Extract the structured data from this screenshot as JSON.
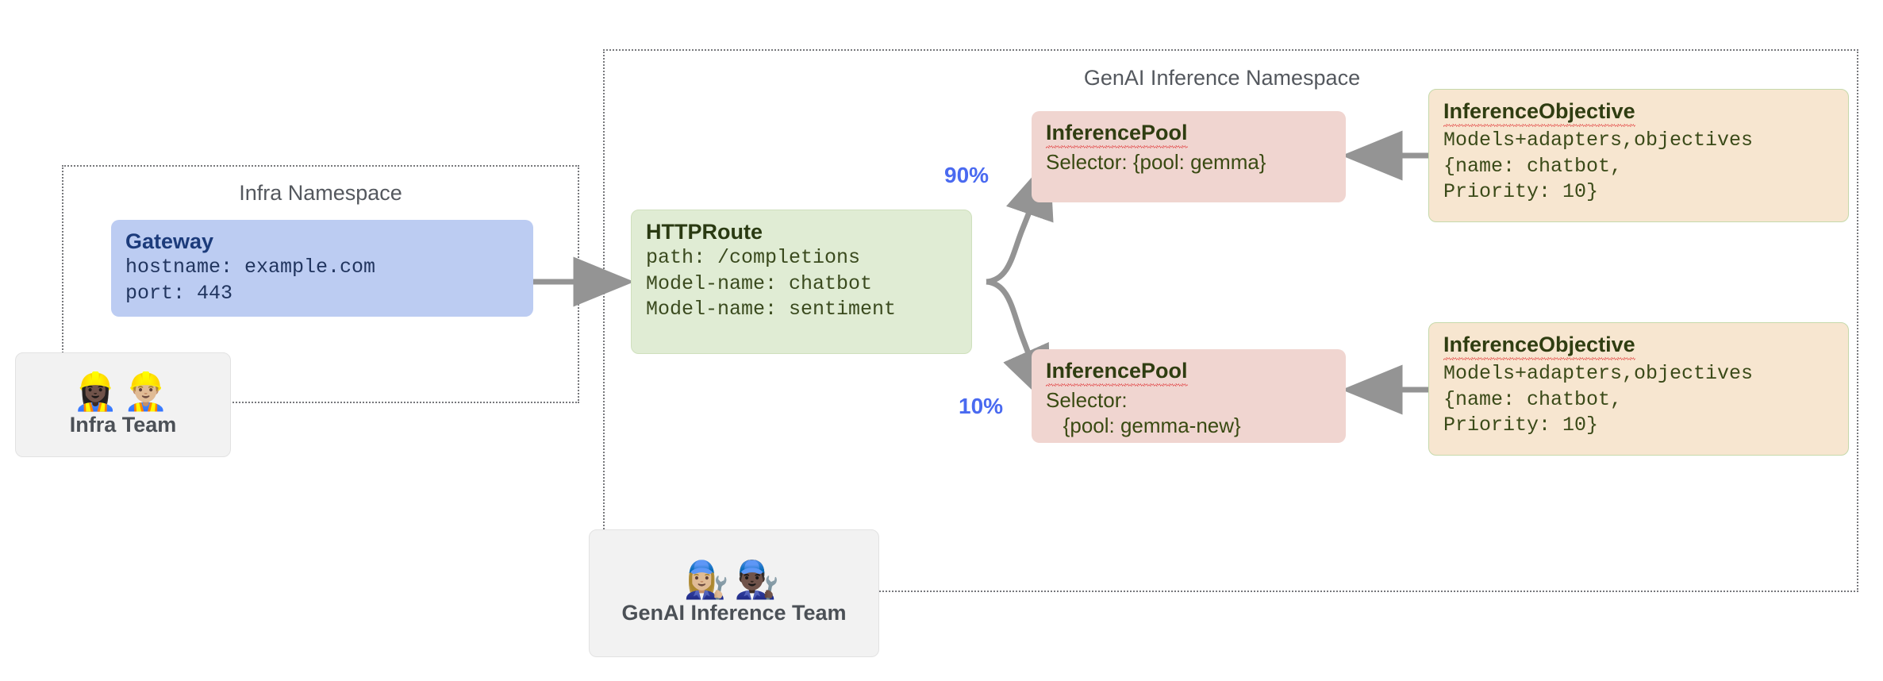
{
  "diagram": {
    "namespaces": [
      {
        "id": "infra",
        "title": "Infra Namespace"
      },
      {
        "id": "genai",
        "title": "GenAI Inference Namespace"
      }
    ],
    "gateway": {
      "title": "Gateway",
      "lines": [
        "hostname: example.com",
        "port: 443"
      ]
    },
    "httproute": {
      "title": "HTTPRoute",
      "lines": [
        "path: /completions",
        "Model-name: chatbot",
        "Model-name: sentiment"
      ]
    },
    "pools": [
      {
        "id": "pool-gemma",
        "title": "InferencePool",
        "lines": [
          "Selector: {pool: gemma}"
        ],
        "weight": "90%"
      },
      {
        "id": "pool-gemma-new",
        "title": "InferencePool",
        "lines": [
          "Selector:",
          "   {pool: gemma-new}"
        ],
        "weight": "10%"
      }
    ],
    "objectives": [
      {
        "id": "objective-top",
        "title": "InferenceObjective",
        "lines": [
          "Models+adapters,objectives",
          "{name: chatbot,",
          "Priority: 10}"
        ]
      },
      {
        "id": "objective-bottom",
        "title": "InferenceObjective",
        "lines": [
          "Models+adapters,objectives",
          "{name: chatbot,",
          "Priority: 10}"
        ]
      }
    ],
    "teams": [
      {
        "id": "infra-team",
        "label": "Infra Team",
        "emojis": "👷🏿‍♀️👷🏼‍♂️"
      },
      {
        "id": "genai-team",
        "label": "GenAI Inference Team",
        "emojis": "👩🏼‍🔧👨🏿‍🔧"
      }
    ],
    "colors": {
      "gateway_fill": "#bcccf2",
      "gateway_text": "#21355f",
      "route_fill": "#e0ecd4",
      "pool_fill": "#f0d5d0",
      "objective_fill": "#f7e6d0",
      "arrow": "#949494",
      "weight_text": "#4a6af0",
      "namespace_border": "#77787c",
      "namespace_title": "#54585e",
      "team_fill": "#f2f2f2",
      "spellcheck_underline": "#e03030"
    }
  }
}
